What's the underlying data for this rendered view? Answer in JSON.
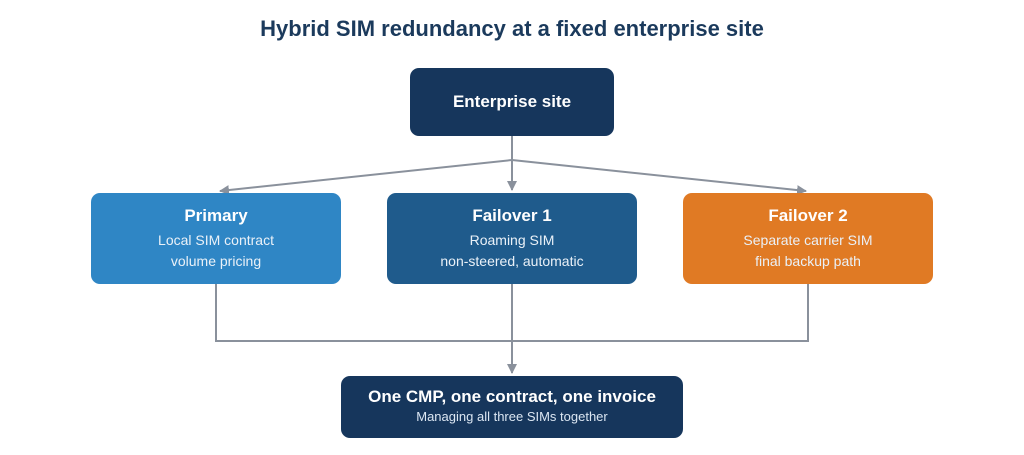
{
  "diagram": {
    "title": "Hybrid SIM redundancy at a fixed enterprise site",
    "colors": {
      "dark_navy": "#16365c",
      "primary_blue": "#2f86c5",
      "failover1_blue": "#1f5b8c",
      "failover2_orange": "#e07a24",
      "connector_gray": "#8a919c"
    },
    "nodes": {
      "site": {
        "heading": "Enterprise site"
      },
      "primary": {
        "heading": "Primary",
        "line1": "Local SIM contract",
        "line2": "volume pricing"
      },
      "failover1": {
        "heading": "Failover 1",
        "line1": "Roaming SIM",
        "line2": "non-steered, automatic"
      },
      "failover2": {
        "heading": "Failover 2",
        "line1": "Separate carrier SIM",
        "line2": "final backup path"
      },
      "cmp": {
        "heading": "One CMP, one contract, one invoice",
        "line1": "Managing all three SIMs together"
      }
    },
    "edges": [
      {
        "from": "site",
        "to": "primary"
      },
      {
        "from": "site",
        "to": "failover1"
      },
      {
        "from": "site",
        "to": "failover2"
      },
      {
        "from": "primary",
        "to": "cmp"
      },
      {
        "from": "failover1",
        "to": "cmp"
      },
      {
        "from": "failover2",
        "to": "cmp"
      }
    ]
  }
}
